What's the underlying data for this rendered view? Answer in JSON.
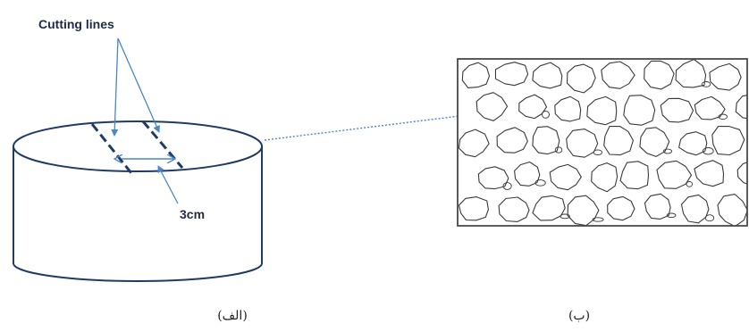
{
  "annotations": {
    "cutting_lines": "Cutting lines",
    "width": "3cm"
  },
  "panels": {
    "left": "(الف)",
    "right": "(ب)"
  },
  "colors": {
    "outline": "#1f3b66",
    "accent": "#4a86c8",
    "stone": "#3a3a3a"
  }
}
